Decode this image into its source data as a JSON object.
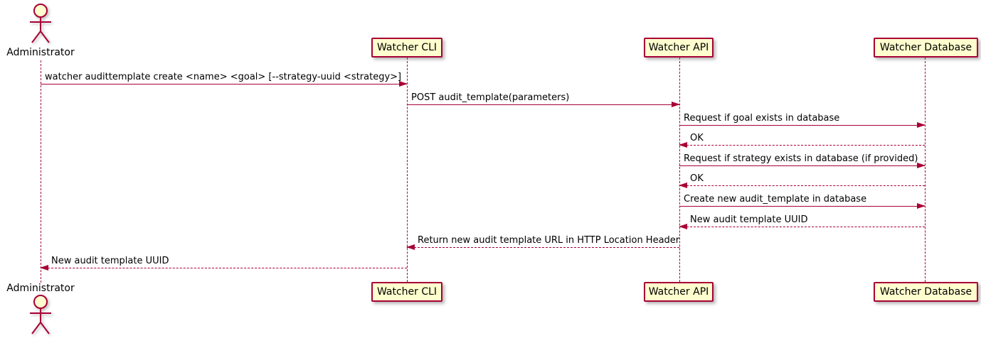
{
  "diagram": {
    "type": "sequence-diagram",
    "colors": {
      "accent": "#A80036",
      "participant_fill": "#FEFECE",
      "background": "#FFFFFF",
      "text": "#000000"
    },
    "actor": {
      "name": "Administrator"
    },
    "participants": [
      {
        "label": "Watcher CLI"
      },
      {
        "label": "Watcher API"
      },
      {
        "label": "Watcher Database"
      }
    ],
    "messages": [
      {
        "from": "Administrator",
        "to": "Watcher CLI",
        "line": "solid",
        "text": "watcher audittemplate create <name> <goal> [--strategy-uuid <strategy>]"
      },
      {
        "from": "Watcher CLI",
        "to": "Watcher API",
        "line": "solid",
        "text": "POST audit_template(parameters)"
      },
      {
        "from": "Watcher API",
        "to": "Watcher Database",
        "line": "solid",
        "text": "Request if goal exists in database"
      },
      {
        "from": "Watcher Database",
        "to": "Watcher API",
        "line": "dashed",
        "text": "OK"
      },
      {
        "from": "Watcher API",
        "to": "Watcher Database",
        "line": "solid",
        "text": "Request if strategy exists in database (if provided)"
      },
      {
        "from": "Watcher Database",
        "to": "Watcher API",
        "line": "dashed",
        "text": "OK"
      },
      {
        "from": "Watcher API",
        "to": "Watcher Database",
        "line": "solid",
        "text": "Create new audit_template in database"
      },
      {
        "from": "Watcher Database",
        "to": "Watcher API",
        "line": "dashed",
        "text": "New audit template UUID"
      },
      {
        "from": "Watcher API",
        "to": "Watcher CLI",
        "line": "dashed",
        "text": "Return new audit template URL in HTTP Location Header"
      },
      {
        "from": "Watcher CLI",
        "to": "Administrator",
        "line": "dashed",
        "text": "New audit template UUID"
      }
    ]
  }
}
